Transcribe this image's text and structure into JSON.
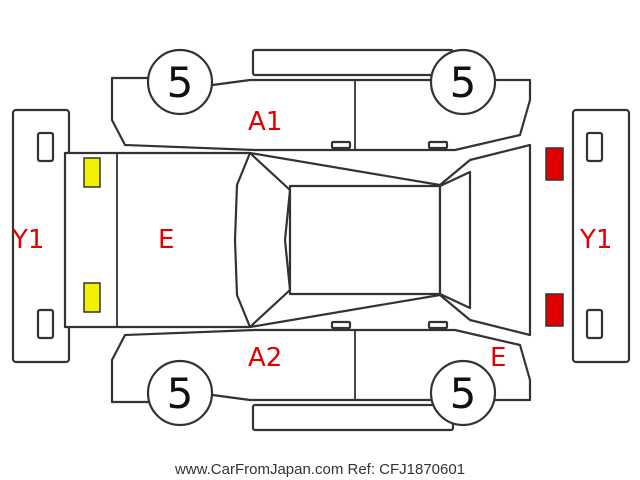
{
  "tires": {
    "front_left": "5",
    "rear_left": "5",
    "front_right": "5",
    "rear_right": "5"
  },
  "damage_labels": {
    "door_left": "A1",
    "door_right": "A2",
    "hood": "E",
    "rear_quarter": "E",
    "front_bumper": "Y1",
    "rear_bumper": "Y1"
  },
  "lights": {
    "front_color": "#f2f200",
    "rear_color": "#e00000"
  },
  "footer": {
    "text": "www.CarFromJapan.com Ref: CFJ1870601"
  }
}
